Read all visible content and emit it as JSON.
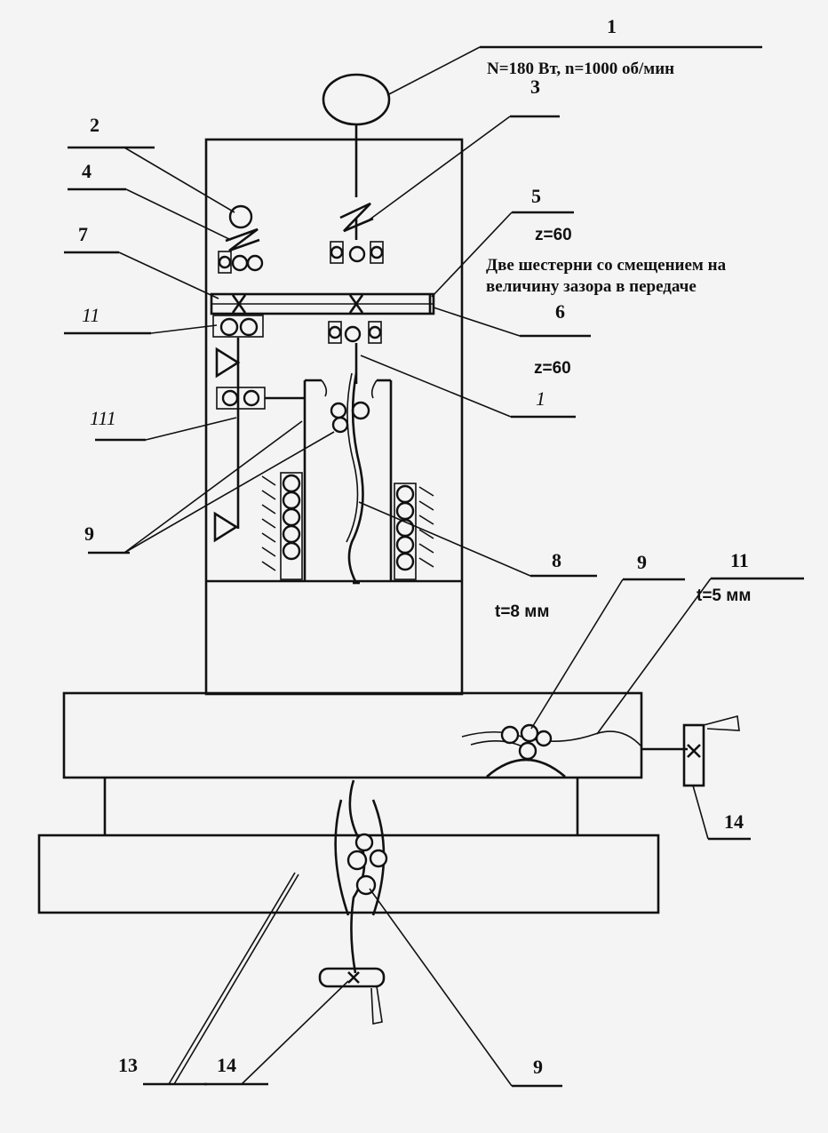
{
  "labels": {
    "l1": "1",
    "l2": "2",
    "l3": "3",
    "l4": "4",
    "l5": "5",
    "l6": "6",
    "l7": "7",
    "l8": "8",
    "l9a": "9",
    "l9b": "9",
    "l9c": "9",
    "l11a": "11",
    "l11b": "11",
    "l111": "111",
    "l1i": "1",
    "l13": "13",
    "l14a": "14",
    "l14b": "14"
  },
  "annotations": {
    "motor_spec": "N=180 Вт, n=1000 об/мин",
    "gear_z_top": "z=60",
    "gear_note_line1": "Две шестерни со смещением на",
    "gear_note_line2": "величину зазора в передаче",
    "gear_z_bottom": "z=60",
    "pitch_8": "t=8 мм",
    "pitch_5": "t=5 мм"
  }
}
